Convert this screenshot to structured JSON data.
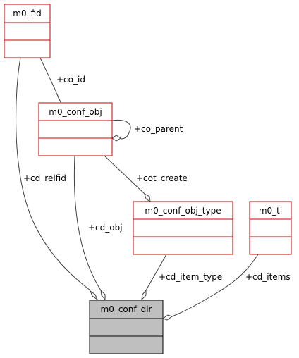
{
  "classes": {
    "m0_fid": {
      "name": "m0_fid"
    },
    "m0_conf_obj": {
      "name": "m0_conf_obj"
    },
    "m0_conf_obj_type": {
      "name": "m0_conf_obj_type"
    },
    "m0_tl": {
      "name": "m0_tl"
    },
    "m0_conf_dir": {
      "name": "m0_conf_dir"
    }
  },
  "edges": {
    "co_id": "+co_id",
    "co_parent": "+co_parent",
    "cot_create": "+cot_create",
    "cd_relfid": "+cd_relfid",
    "cd_obj": "+cd_obj",
    "cd_item_type": "+cd_item_type",
    "cd_items": "+cd_items"
  },
  "colors": {
    "class_border": "#cc0000",
    "focus_fill": "#bfbfbf",
    "edge": "#404040"
  }
}
